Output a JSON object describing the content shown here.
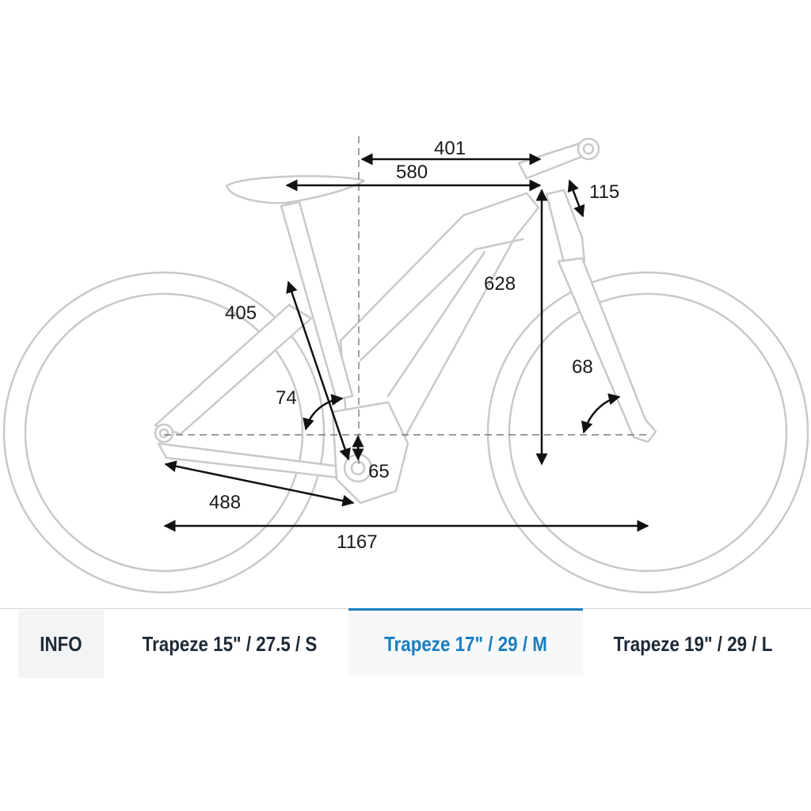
{
  "geometry_labels": {
    "reach": "401",
    "top_tube": "580",
    "head_tube": "115",
    "stack": "628",
    "seat_tube": "405",
    "head_angle": "68",
    "seat_angle": "74",
    "bb_drop": "65",
    "chainstay": "488",
    "wheelbase": "1167"
  },
  "size_tabs": {
    "info": "INFO",
    "items": [
      "Trapeze 15\" / 27.5 / S",
      "Trapeze 17\" / 29 / M",
      "Trapeze 19\" / 29 / L"
    ],
    "active_index": 1
  },
  "colors": {
    "accent": "#1a7dc2",
    "frame_outline": "#c9c9c9",
    "dimension": "#111111",
    "tab_text": "#1f2a37"
  }
}
